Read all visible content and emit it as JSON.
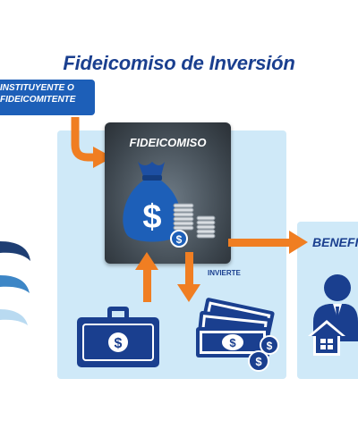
{
  "diagram": {
    "title": "Fideicomiso de Inversión",
    "settlor": {
      "line1": "INSTITUYENTE O",
      "line2": "FIDEICOMITENTE"
    },
    "trust_label": "FIDEICOMISO",
    "invest_label": "INVIERTE",
    "beneficiary_label": "BENEFI",
    "colors": {
      "title": "#1a3f8f",
      "arrow": "#f07e22",
      "panel": "#cfe9f8",
      "settlor_box": "#1d5fb8",
      "trust_box": "#4a545c"
    },
    "icons": [
      "money-bag-icon",
      "coin-stack-icon",
      "briefcase-icon",
      "banknotes-icon",
      "businessman-icon",
      "house-icon",
      "logo-swoosh-icon"
    ]
  }
}
